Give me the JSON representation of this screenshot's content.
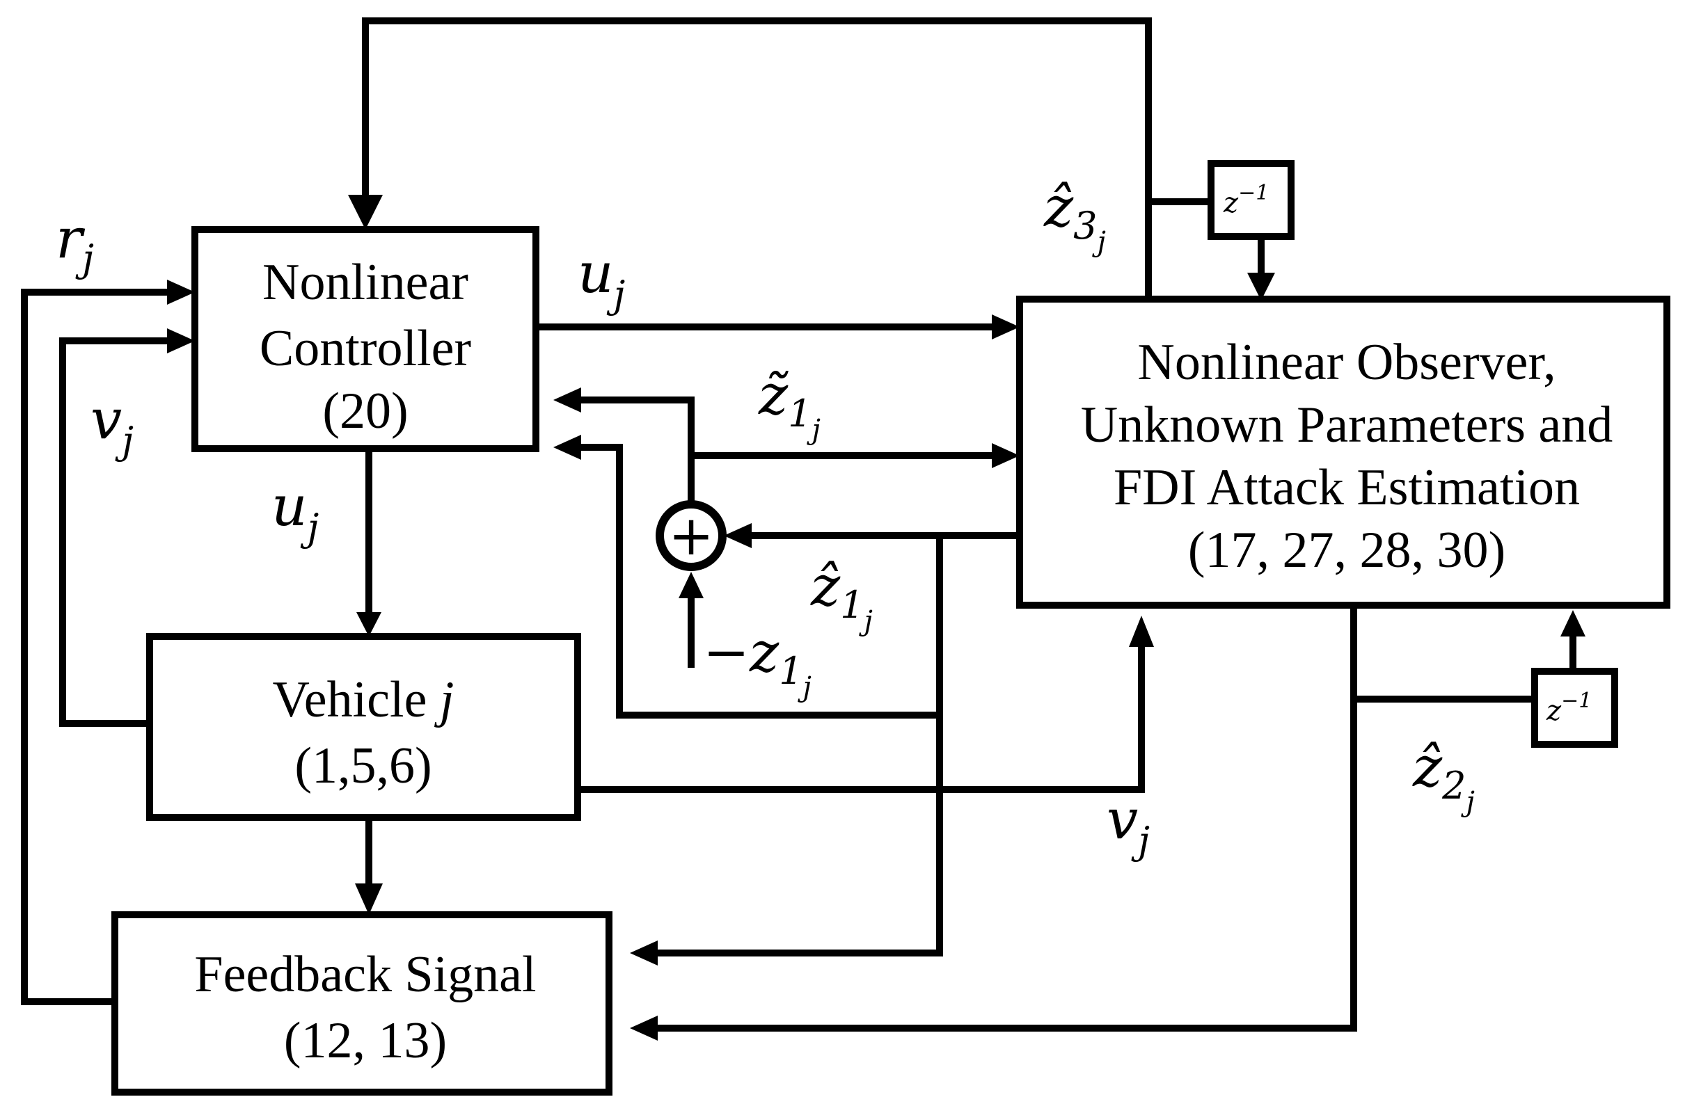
{
  "blocks": {
    "controller": {
      "line1": "Nonlinear",
      "line2": "Controller",
      "line3": "(20)"
    },
    "vehicle": {
      "line1": "Vehicle ",
      "line1_var": "j",
      "line2": "(1,5,6)"
    },
    "feedback": {
      "line1": "Feedback Signal",
      "line2": "(12, 13)"
    },
    "observer": {
      "line1": "Nonlinear Observer,",
      "line2": "Unknown Parameters and",
      "line3": "FDI Attack Estimation",
      "line4": "(17, 27, 28, 30)"
    },
    "delay_top": {
      "base": "z",
      "exp": "−1"
    },
    "delay_right": {
      "base": "z",
      "exp": "−1"
    }
  },
  "signals": {
    "r": {
      "base": "r",
      "sub": "j"
    },
    "u_top": {
      "base": "u",
      "sub": "j"
    },
    "u_down": {
      "base": "u",
      "sub": "j"
    },
    "v_left": {
      "base": "v",
      "sub": "j"
    },
    "v_bottom": {
      "base": "v",
      "sub": "j"
    },
    "z1_tilde": {
      "base": "z̃",
      "sub": "1",
      "subsub": "j"
    },
    "z1_hat": {
      "base": "ẑ",
      "sub": "1",
      "subsub": "j"
    },
    "neg_z1": {
      "base": "−z",
      "sub": "1",
      "subsub": "j"
    },
    "z2_hat": {
      "base": "ẑ",
      "sub": "2",
      "subsub": "j"
    },
    "z3_hat": {
      "base": "ẑ",
      "sub": "3",
      "subsub": "j"
    }
  },
  "summing_junction": {
    "symbol": "+"
  }
}
